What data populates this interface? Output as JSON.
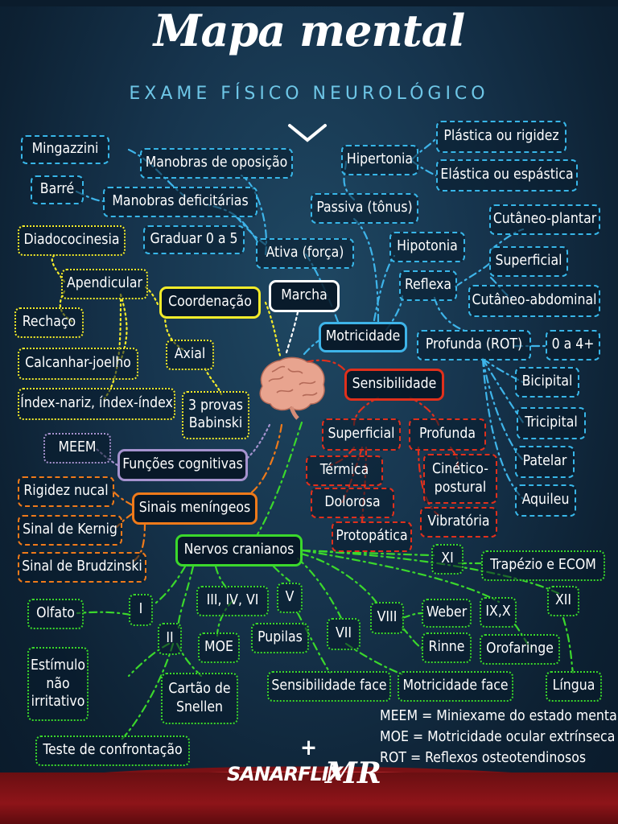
{
  "title": "Mapa mental",
  "subtitle": "EXAME FÍSICO NEUROLÓGICO",
  "nodes": {
    "mingazzini": "Mingazzini",
    "barre": "Barré",
    "manobras_oposicao": "Manobras de oposição",
    "manobras_deficitarias": "Manobras deficitárias",
    "graduar": "Graduar 0 a 5",
    "ativa": "Ativa (força)",
    "hipertonia": "Hipertonia",
    "plastica": "Plástica ou rigidez",
    "elastica": "Elástica ou espástica",
    "passiva": "Passiva (tônus)",
    "hipotonia": "Hipotonia",
    "cutaneo_plantar": "Cutâneo-plantar",
    "superficial_reflexa": "Superficial",
    "reflexa": "Reflexa",
    "cutaneo_abdominal": "Cutâneo-abdominal",
    "profunda_rot": "Profunda (ROT)",
    "zero_a_4": "0 a 4+",
    "bicipital": "Bicipital",
    "tricipital": "Tricipital",
    "patelar": "Patelar",
    "aquileu": "Aquileu",
    "diadococinesia": "Diadococinesia",
    "apendicular": "Apendicular",
    "coordenacao": "Coordenação",
    "marcha": "Marcha",
    "motricidade": "Motricidade",
    "rechaco": "Rechaço",
    "axial": "Axial",
    "calcanhar_joelho": "Calcanhar-joelho",
    "sensibilidade": "Sensibilidade",
    "index_nariz": "Índex-nariz, índex-índex",
    "provas_babinski_1": "3 provas",
    "provas_babinski_2": "Babinski",
    "superficial_sens": "Superficial",
    "profunda_sens": "Profunda",
    "meem": "MEEM",
    "funcoes_cognitivas": "Funções cognitivas",
    "termica": "Térmica",
    "cinetico_1": "Cinético-",
    "cinetico_2": "postural",
    "rigidez_nucal": "Rigidez nucal",
    "sinais_meningeos": "Sinais meníngeos",
    "dolorosa": "Dolorosa",
    "sinal_kernig": "Sinal de Kernig",
    "protopatica": "Protopática",
    "vibratoria": "Vibratória",
    "nervos_cranianos": "Nervos cranianos",
    "sinal_brudzinski": "Sinal de Brudzinski",
    "xi": "XI",
    "trapezio": "Trapézio e ECOM",
    "iii_iv_vi": "III, IV, VI",
    "v": "V",
    "xii": "XII",
    "olfato": "Olfato",
    "i": "I",
    "viii": "VIII",
    "weber": "Weber",
    "ix_x": "IX,X",
    "ii": "II",
    "moe": "MOE",
    "pupilas": "Pupilas",
    "vii": "VII",
    "rinne": "Rinne",
    "orofaringe": "Orofaringe",
    "estimulo_1": "Estímulo",
    "estimulo_2": "não",
    "estimulo_3": "irritativo",
    "cartao_1": "Cartão de",
    "cartao_2": "Snellen",
    "sensibilidade_face": "Sensibilidade face",
    "motricidade_face": "Motricidade face",
    "lingua": "Língua",
    "teste_confrontacao": "Teste de confrontação"
  },
  "legend": [
    "MEEM = Miniexame do estado mental",
    "MOE = Motricidade ocular extrínseca",
    "ROT = Reflexos osteotendinosos"
  ],
  "logos": {
    "sanar": "SANARFLIX",
    "mr": "MR"
  },
  "colors": {
    "motricidade": "#3eb4e9",
    "coordenacao": "#f4ec2a",
    "sensibilidade": "#e0301c",
    "sinais_meningeos": "#ef7a1a",
    "funcoes_cognitivas": "#a693cf",
    "nervos_cranianos": "#3bd82c",
    "marcha": "#ffffff"
  }
}
